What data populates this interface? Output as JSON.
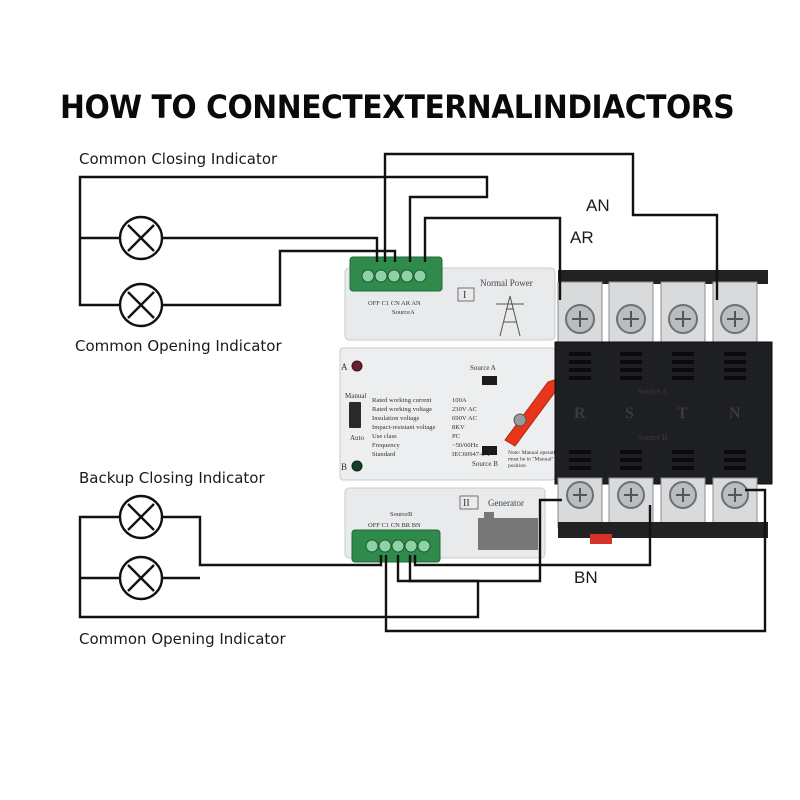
{
  "title": "HOW TO CONNECTEXTERNALINDIACTORS",
  "labels": {
    "common_closing": "Common Closing Indicator",
    "common_opening_top": "Common Opening Indicator",
    "backup_closing": "Backup Closing Indicator",
    "common_opening_bottom": "Common Opening Indicator"
  },
  "wire_labels": {
    "an": "AN",
    "ar": "AR",
    "bn": "BN"
  },
  "device": {
    "terminal_top": "OFF C1 CN AR AN",
    "terminal_top_source": "SourceA",
    "terminal_bottom": "OFF C1 CN BR BN",
    "terminal_bottom_source": "SourceB",
    "section_1_numeral": "I",
    "section_1_name": "Normal Power",
    "section_2_numeral": "II",
    "section_2_name": "Generator",
    "indicator_a": "A",
    "indicator_b": "B",
    "switch_manual": "Manual",
    "switch_auto": "Auto",
    "specs": [
      [
        "Rated working current",
        "100A"
      ],
      [
        "Rated working voltage",
        "230V AC"
      ],
      [
        "Insulation voltage",
        "690V AC"
      ],
      [
        "Impact-resistant voltage",
        "8KV"
      ],
      [
        "Use class",
        "PC"
      ],
      [
        "Frequency",
        "~50/60Hz"
      ],
      [
        "Standard",
        "IEC60947-6-1"
      ]
    ],
    "source_a": "Source A",
    "source_b": "Source B",
    "note": "Note: Manual operation must be in \"Manual\" position",
    "cover_source_a": "Source A",
    "cover_source_b": "Source B",
    "cover_letters": [
      "R",
      "S",
      "T",
      "N"
    ]
  },
  "colors": {
    "handle": "#e8361b",
    "module": "#e6e8ea",
    "cover": "#1e1f22",
    "terminal": "#2f8a4c",
    "wire": "#111111"
  }
}
